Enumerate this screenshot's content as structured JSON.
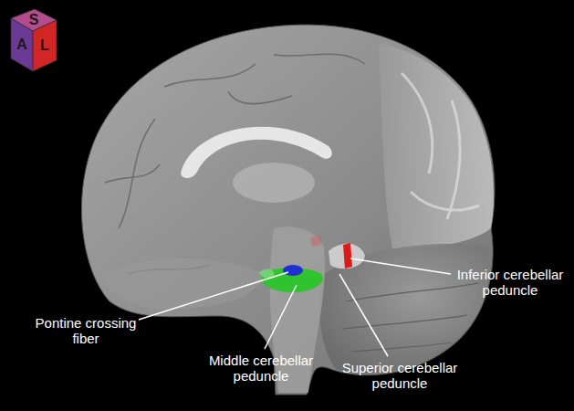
{
  "diagram": {
    "labels": [
      "S",
      "A",
      "L",
      "Pontine crossing fiber",
      "Middle cerebellar peduncle",
      "Superior cerebellar peduncle",
      "Inferior cerebellar peduncle"
    ]
  }
}
